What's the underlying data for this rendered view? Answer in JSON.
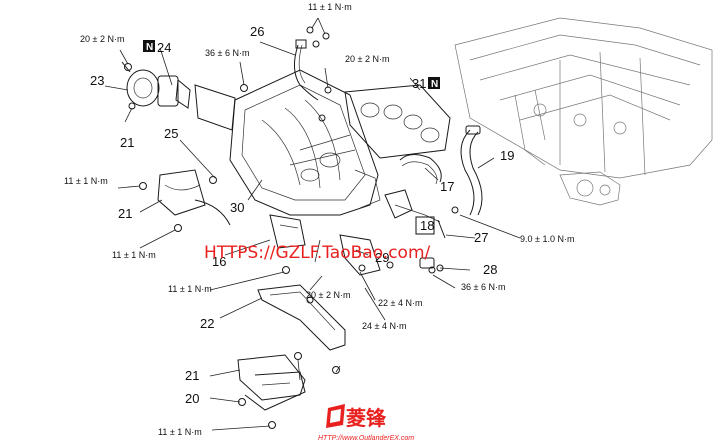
{
  "callouts": {
    "c16": "16",
    "c17": "17",
    "c18": "18",
    "c19": "19",
    "c20": "20",
    "c21a": "21",
    "c21b": "21",
    "c21c": "21",
    "c22": "22",
    "c23": "23",
    "c24": "24",
    "c25": "25",
    "c26": "26",
    "c27": "27",
    "c28": "28",
    "c29": "29",
    "c30": "30",
    "c31": "31"
  },
  "torques": {
    "t20_top_left": "20 ± 2 N·m",
    "t36_top": "36 ± 6 N·m",
    "t11_top": "11 ± 1 N·m",
    "t20_top_mid": "20 ± 2 N·m",
    "t11_left_a": "11 ± 1 N·m",
    "t11_left_b": "11 ± 1 N·m",
    "t9": "9.0 ± 1.0 N·m",
    "t11_mid": "11 ± 1 N·m",
    "t20_mid": "20 ± 2 N·m",
    "t22_mid": "22 ± 4 N·m",
    "t36_mid": "36 ± 6 N·m",
    "t24_mid": "24 ± 4 N·m",
    "t11_bottom": "11 ± 1 N·m"
  },
  "badges": {
    "n_badge_left": "N",
    "n_badge_right": "N"
  },
  "watermark": {
    "url_text": "HTTPS://GZLF.TaoBao.com/",
    "logo_text": "菱锋",
    "site_text": "HTTP://www.OutlanderEX.com"
  },
  "colors": {
    "line": "#1a1a1a",
    "watermark_red": "#e8211f"
  }
}
